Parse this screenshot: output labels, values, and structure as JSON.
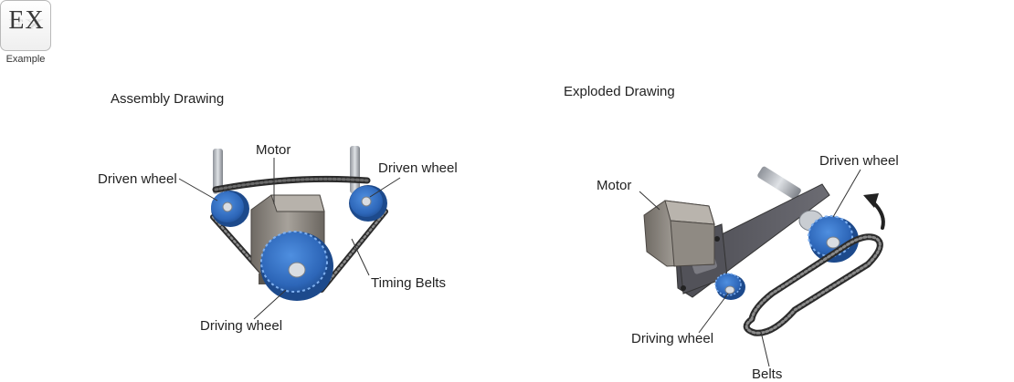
{
  "badge": {
    "text": "EX",
    "caption": "Example"
  },
  "assembly": {
    "title": "Assembly Drawing",
    "labels": {
      "motor": "Motor",
      "driven_left": "Driven wheel",
      "driven_right": "Driven wheel",
      "timing_belts": "Timing Belts",
      "driving": "Driving wheel"
    }
  },
  "exploded": {
    "title": "Exploded Drawing",
    "labels": {
      "motor": "Motor",
      "driven": "Driven wheel",
      "driving": "Driving wheel",
      "belts": "Belts"
    }
  },
  "colors": {
    "wheel_blue": "#2f6fc4",
    "motor_grey": "#8c8780",
    "belt_dark": "#2b2b2b",
    "plate_grey": "#5d5d63"
  }
}
